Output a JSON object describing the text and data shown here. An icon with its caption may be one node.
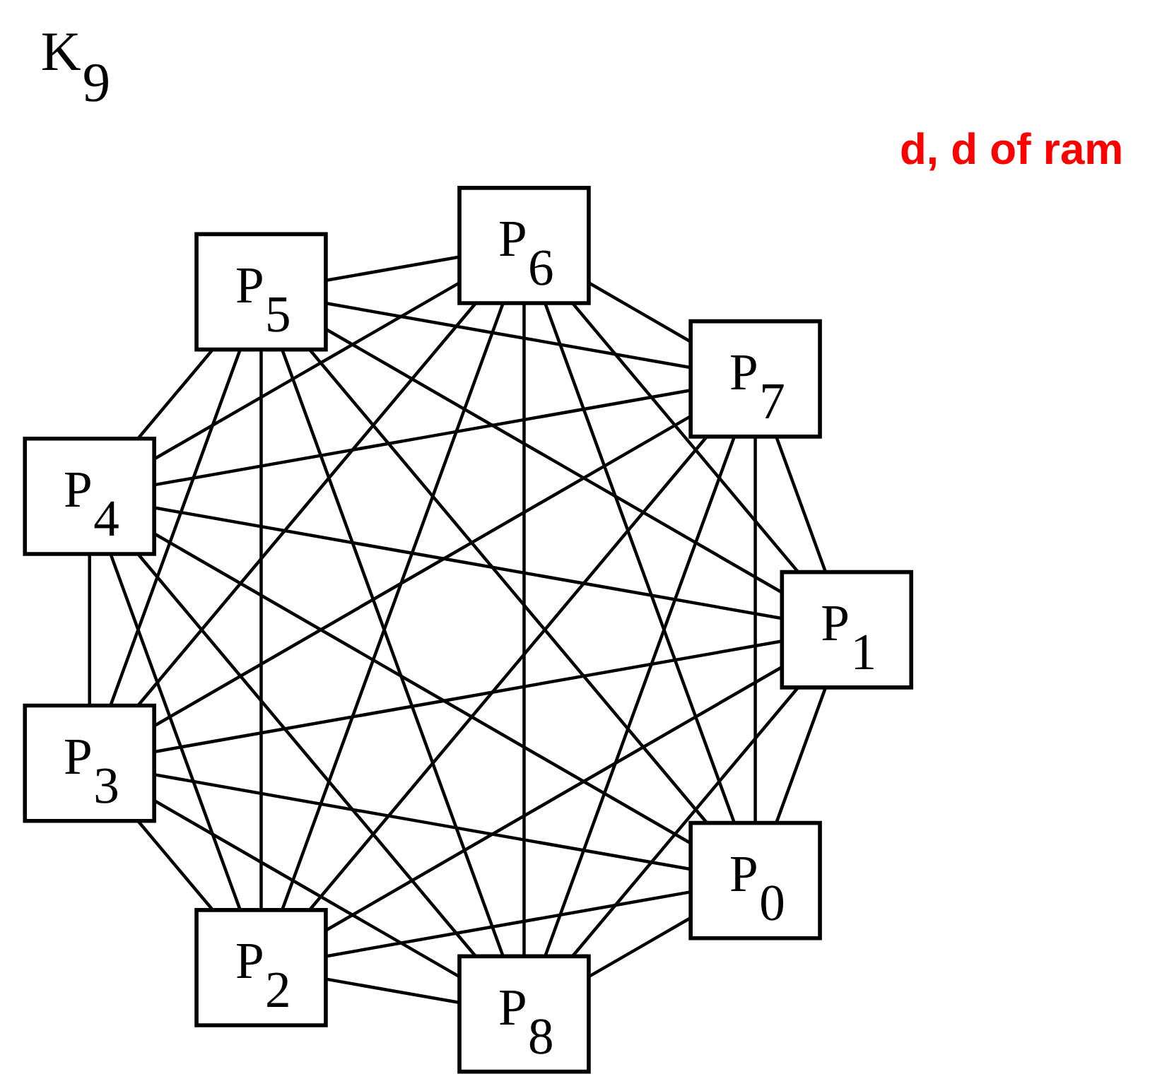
{
  "diagram": {
    "title": "K$_{9}$",
    "nodes": [
      {
        "text": [
          "P$_{0}$"
        ]
      },
      {
        "text": [
          "P$_{1}$"
        ]
      },
      {
        "text": [
          "P$_{2}$"
        ]
      },
      {
        "text": [
          "P$_{3}$"
        ]
      },
      {
        "text": [
          "P$_{4}$"
        ]
      },
      {
        "text": [
          "P$_{5}$"
        ]
      },
      {
        "text": [
          "P$_{6}$"
        ]
      },
      {
        "text": [
          "P$_{7}$"
        ]
      },
      {
        "text": [
          "P$_{8}$"
        ]
      }
    ],
    "edges": [
      {
        "from": 0,
        "to": 1,
        "arrow": "none"
      },
      {
        "from": 0,
        "to": 2,
        "arrow": "none"
      },
      {
        "from": 0,
        "to": 3,
        "arrow": "none"
      },
      {
        "from": 0,
        "to": 4,
        "arrow": "none"
      },
      {
        "from": 0,
        "to": 5,
        "arrow": "none"
      },
      {
        "from": 0,
        "to": 6,
        "arrow": "none"
      },
      {
        "from": 0,
        "to": 7,
        "arrow": "none"
      },
      {
        "from": 0,
        "to": 8,
        "arrow": "none"
      },
      {
        "from": 1,
        "to": 2,
        "arrow": "none"
      },
      {
        "from": 1,
        "to": 3,
        "arrow": "none"
      },
      {
        "from": 1,
        "to": 4,
        "arrow": "none"
      },
      {
        "from": 1,
        "to": 5,
        "arrow": "none"
      },
      {
        "from": 1,
        "to": 6,
        "arrow": "none"
      },
      {
        "from": 1,
        "to": 7,
        "arrow": "none"
      },
      {
        "from": 1,
        "to": 8,
        "arrow": "none"
      },
      {
        "from": 2,
        "to": 3,
        "arrow": "none"
      },
      {
        "from": 2,
        "to": 4,
        "arrow": "none"
      },
      {
        "from": 2,
        "to": 5,
        "arrow": "none"
      },
      {
        "from": 2,
        "to": 6,
        "arrow": "none"
      },
      {
        "from": 2,
        "to": 7,
        "arrow": "none"
      },
      {
        "from": 2,
        "to": 8,
        "arrow": "none"
      },
      {
        "from": 3,
        "to": 4,
        "arrow": "none"
      },
      {
        "from": 3,
        "to": 5,
        "arrow": "none"
      },
      {
        "from": 3,
        "to": 6,
        "arrow": "none"
      },
      {
        "from": 3,
        "to": 7,
        "arrow": "none"
      },
      {
        "from": 3,
        "to": 8,
        "arrow": "none"
      },
      {
        "from": 4,
        "to": 5,
        "arrow": "none"
      },
      {
        "from": 4,
        "to": 6,
        "arrow": "none"
      },
      {
        "from": 4,
        "to": 7,
        "arrow": "none"
      },
      {
        "from": 4,
        "to": 8,
        "arrow": "none"
      },
      {
        "from": 5,
        "to": 6,
        "arrow": "none"
      },
      {
        "from": 5,
        "to": 7,
        "arrow": "none"
      },
      {
        "from": 5,
        "to": 8,
        "arrow": "none"
      },
      {
        "from": 6,
        "to": 7,
        "arrow": "none"
      },
      {
        "from": 6,
        "to": 8,
        "arrow": "none"
      },
      {
        "from": 7,
        "to": 8,
        "arrow": "none"
      }
    ],
    "labels": [
      "d, d of ram"
    ]
  }
}
